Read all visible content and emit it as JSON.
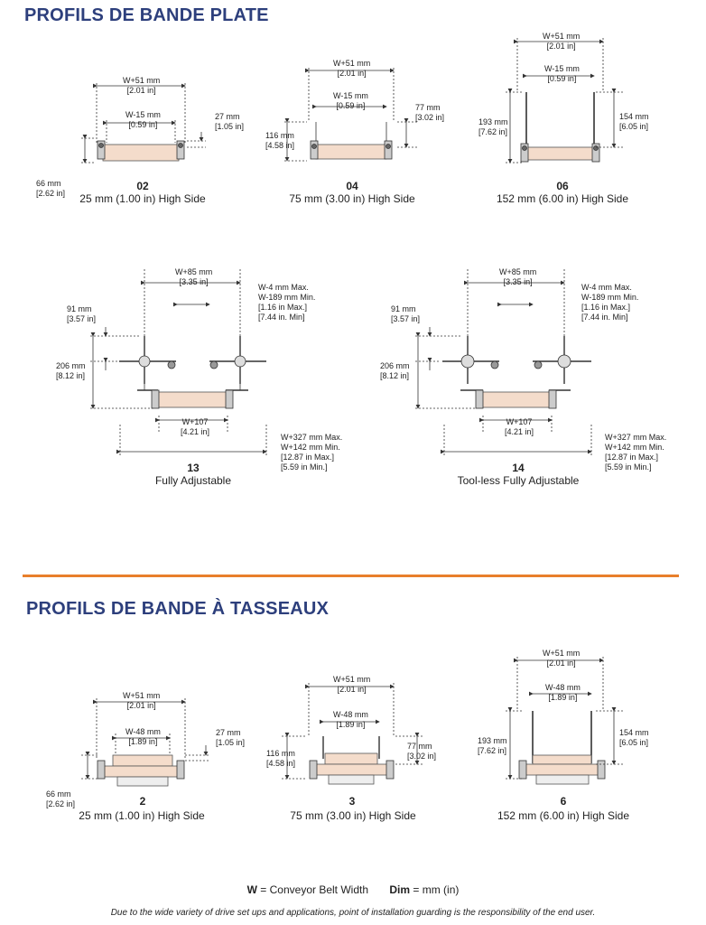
{
  "section1": {
    "title": "PROFILS DE BANDE PLATE"
  },
  "section2": {
    "title": "PROFILS DE BANDE À TASSEAUX"
  },
  "flat": {
    "p02": {
      "id": "02",
      "desc": "25 mm (1.00 in) High Side",
      "d_w51": "W+51 mm\n[2.01 in]",
      "d_w15": "W-15 mm\n[0.59 in]",
      "d_27": "27 mm\n[1.05 in]",
      "d_66": "66 mm\n[2.62 in]"
    },
    "p04": {
      "id": "04",
      "desc": "75 mm (3.00 in) High Side",
      "d_w51": "W+51 mm\n[2.01 in]",
      "d_w15": "W-15 mm\n[0.59 in]",
      "d_77": "77 mm\n[3.02 in]",
      "d_116": "116 mm\n[4.58 in]"
    },
    "p06": {
      "id": "06",
      "desc": "152 mm (6.00 in) High Side",
      "d_w51": "W+51 mm\n[2.01 in]",
      "d_w15": "W-15 mm\n[0.59 in]",
      "d_193": "193 mm\n[7.62 in]",
      "d_154": "154 mm\n[6.05 in]"
    },
    "p13": {
      "id": "13",
      "desc": "Fully Adjustable",
      "d_w85": "W+85 mm\n[3.35 in]",
      "d_w4": "W-4 mm Max.\nW-189 mm Min.\n[1.16 in Max.]\n[7.44 in. Min]",
      "d_91": "91 mm\n[3.57 in]",
      "d_206": "206 mm\n[8.12 in]",
      "d_w107": "W+107\n[4.21 in]",
      "d_w327": "W+327 mm Max.\nW+142 mm Min.\n[12.87 in Max.]\n[5.59 in Min.]"
    },
    "p14": {
      "id": "14",
      "desc": "Tool-less Fully Adjustable",
      "d_w85": "W+85 mm\n[3.35 in]",
      "d_w4": "W-4 mm Max.\nW-189 mm Min.\n[1.16 in Max.]\n[7.44 in. Min]",
      "d_91": "91 mm\n[3.57 in]",
      "d_206": "206 mm\n[8.12 in]",
      "d_w107": "W+107\n[4.21 in]",
      "d_w327": "W+327 mm Max.\nW+142 mm Min.\n[12.87 in Max.]\n[5.59 in Min.]"
    }
  },
  "cleated": {
    "p2": {
      "id": "2",
      "desc": "25 mm (1.00 in) High Side",
      "d_w51": "W+51 mm\n[2.01 in]",
      "d_w48": "W-48 mm\n[1.89 in]",
      "d_27": "27 mm\n[1.05 in]",
      "d_66": "66 mm\n[2.62 in]"
    },
    "p3": {
      "id": "3",
      "desc": "75 mm (3.00 in) High Side",
      "d_w51": "W+51 mm\n[2.01 in]",
      "d_w48": "W-48 mm\n[1.89 in]",
      "d_77": "77 mm\n[3.02 in]",
      "d_116": "116 mm\n[4.58 in]"
    },
    "p6": {
      "id": "6",
      "desc": "152 mm (6.00 in) High Side",
      "d_w51": "W+51 mm\n[2.01 in]",
      "d_w48": "W-48 mm\n[1.89 in]",
      "d_193": "193 mm\n[7.62 in]",
      "d_154": "154 mm\n[6.05 in]"
    }
  },
  "legend": {
    "w_key": "W",
    "w_text": " = Conveyor Belt Width",
    "dim_key": "Dim",
    "dim_text": " = mm (in)"
  },
  "footnote": "Due to the wide variety of drive set ups and applications, point of installation guarding is the responsibility of the end user."
}
